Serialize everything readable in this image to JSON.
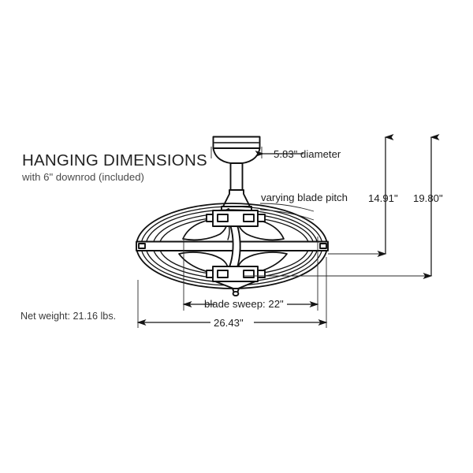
{
  "heading": {
    "title": "HANGING DIMENSIONS",
    "subtitle": "with 6\" downrod (included)"
  },
  "annotations": {
    "canopy_diameter": "5.83\" diameter",
    "blade_pitch": "varying blade pitch",
    "height_to_blades": "14.91\"",
    "overall_height": "19.80\"",
    "blade_sweep": "blade sweep: 22\"",
    "overall_width": "26.43\"",
    "net_weight": "Net weight: 21.16 lbs."
  },
  "colors": {
    "line": "#111111",
    "dimension": "#141414",
    "text": "#232323",
    "subtext": "#4a4a4a",
    "background": "#ffffff"
  },
  "product": {
    "type": "caged ceiling fan",
    "parts": [
      "ceiling-canopy",
      "downrod",
      "motor-housing",
      "oval-cage",
      "fan-blades",
      "top-bracket",
      "bottom-bracket",
      "finial"
    ]
  }
}
